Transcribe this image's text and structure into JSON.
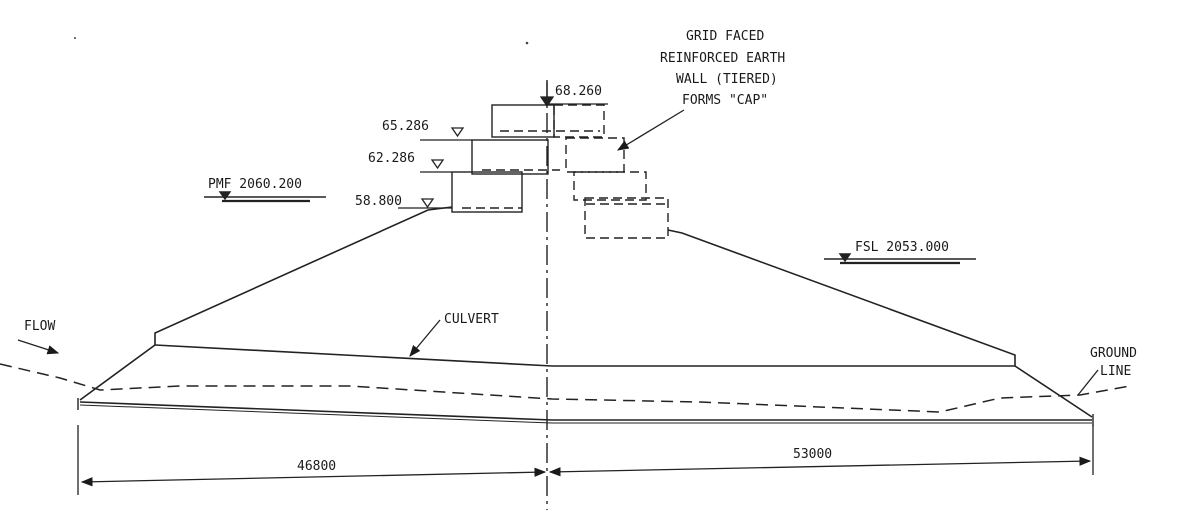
{
  "levels": {
    "top": "68.260",
    "tier1": "65.286",
    "tier2": "62.286",
    "tier3": "58.800"
  },
  "pmf_label": "PMF 2060.200",
  "fsl_label": "FSL 2053.000",
  "wall_callout": {
    "line1": "GRID FACED",
    "line2": "REINFORCED EARTH",
    "line3": "WALL (TIERED)",
    "line4": "FORMS \"CAP\""
  },
  "culvert_label": "CULVERT",
  "flow_label": "FLOW",
  "ground_line": {
    "line1": "GROUND",
    "line2": "LINE"
  },
  "dimensions": {
    "left": "46800",
    "right": "53000"
  }
}
